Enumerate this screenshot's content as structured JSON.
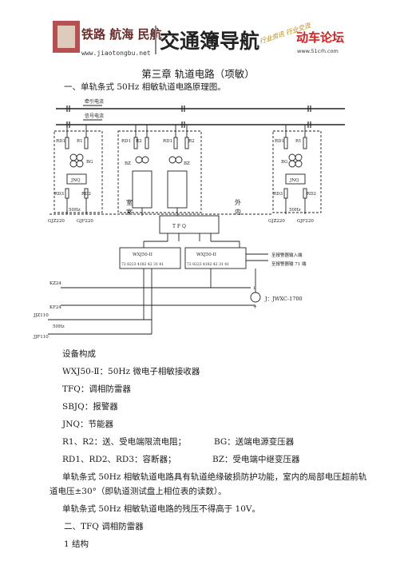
{
  "banner": {
    "left_logo_text": "铁路 航海 民航",
    "left_logo_url": "www.jiaotongbu.net",
    "title": "交通簿导航",
    "subtitle": "行业资讯 行业交流",
    "right_logo_text": "动车论坛",
    "right_logo_url": "www.51crh.com"
  },
  "chapter_title": "第三章 轨道电路（项敏）",
  "section1_title": "一、单轨条式 50Hz 相敏轨道电路原理图。",
  "diagram": {
    "traction_current": "牵引电流",
    "signal_current": "信号电流",
    "rd1": "RD1",
    "r1": "R1",
    "r2": "R2",
    "rd2": "RD2",
    "rd3": "RD3",
    "bg": "BG",
    "bz": "BZ",
    "jnq": "JNQ",
    "hz50": "50Hz",
    "gjz220": "GJZ220",
    "gjf220": "GJF220",
    "room_in_1": "室",
    "room_in_2": "室",
    "room_out_1": "外",
    "room_out_2": "内",
    "tfq": "T F Q",
    "wxj": "WXJ50-II",
    "wxj_pins": "72 8223 4182 42 31 41",
    "ksbq_input": "至报警器输入端",
    "ksbq_71": "至报警器输 71 端",
    "j_label": "J：JWXC-1700",
    "kz24": "KZ24",
    "kf24": "KF24",
    "jjz110": "JJZ110",
    "jjf110": "JJF110",
    "hz50b": "50Hz",
    "plus": "+",
    "minus": "1"
  },
  "equipment_title": "设备构成",
  "equipment": [
    "WXJ50-Ⅱ：50Hz 微电子相敏接收器",
    "TFQ：调相防雷器",
    "SBJQ：报警器",
    "JNQ：节能器"
  ],
  "equip_r_left": "R1、R2：送、受电端限流电阻；",
  "equip_r_right": "BG：送端电源变压器",
  "equip_rd_left": "RD1、RD2、RD3：容断器；",
  "equip_rd_right": "BZ：受电端中继变压器",
  "para1_line1": "单轨条式 50Hz 相敏轨道电路具有轨道绝缘破损防护功能，室内的局部电压超前轨",
  "para1_line2": "道电压±30°（即轨道测试盘上相位表的读数）。",
  "para2": "单轨条式 50Hz 相敏轨道电路的残压不得高于 10V。",
  "section2_title": "二、TFQ 调相防雷器",
  "section3_title": "1 结构"
}
